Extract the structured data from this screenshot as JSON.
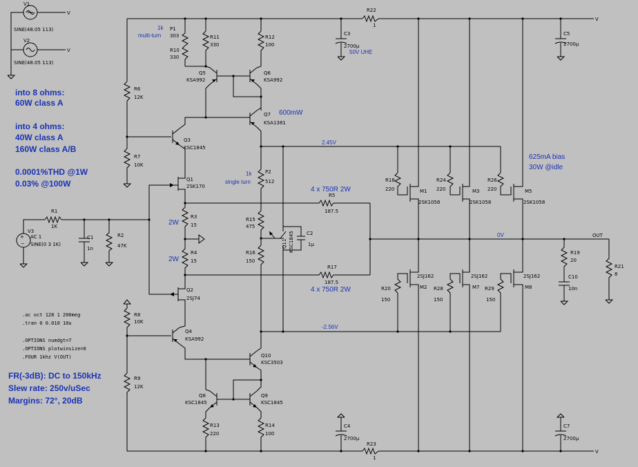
{
  "sources": {
    "v1": {
      "name": "V1",
      "value": "SINE(48.05 113)",
      "rail": "V"
    },
    "v2": {
      "name": "V2",
      "value": "SINE(48.05 113)",
      "rail": "V"
    },
    "v3": {
      "name": "V3",
      "ac": "AC 1",
      "value": "SINE(0 3 1K)"
    }
  },
  "notes_left": {
    "l1": "into 8 ohms:",
    "l2": "60W class A",
    "l3": "into 4 ohms:",
    "l4": "40W class A",
    "l5": "160W class A/B",
    "l6": "0.0001%THD @1W",
    "l7": "0.03% @100W"
  },
  "directives": {
    "ac": ".ac oct 128 1 200meg",
    "tran": ".tran 0 0.010 10u",
    "opt1": ".OPTIONS numdgt=7",
    "opt2": ".OPTIONS plotwinsize=0",
    "four": ".FOUR 1khz V(OUT)"
  },
  "notes_bottom": {
    "fr": "FR(-3dB): DC to 150kHz",
    "slew": "Slew rate: 250v/uSec",
    "margins": "Margins: 72°, 20dB"
  },
  "annotations": {
    "p1_note": "1k",
    "p1_note2": "multi-turn",
    "p2_note": "1k",
    "p2_note2": "single turn",
    "q7_power": "600mW",
    "bias1": "625mA bias",
    "bias2": "30W @idle",
    "r5_note": "4 x 750R 2W",
    "r17_note": "4 x 750R 2W",
    "r3_power": "2W",
    "r4_power": "2W",
    "c3_note": "50V UHE",
    "v_pos": "2.45V",
    "v_neg": "-2.56V",
    "v_zero": "0V",
    "out": "OUT"
  },
  "rails": {
    "top": "V",
    "bottom": "V"
  },
  "resistors": {
    "r22": {
      "name": "R22",
      "value": "1"
    },
    "r23": {
      "name": "R23",
      "value": "1"
    },
    "p1": {
      "name": "P1",
      "value": "303"
    },
    "r10": {
      "name": "R10",
      "value": "330"
    },
    "r11": {
      "name": "R11",
      "value": "330"
    },
    "r12": {
      "name": "R12",
      "value": "100"
    },
    "r6": {
      "name": "R6",
      "value": "12K"
    },
    "r7": {
      "name": "R7",
      "value": "10K"
    },
    "p2": {
      "name": "P2",
      "value": "512"
    },
    "r3": {
      "name": "R3",
      "value": "15"
    },
    "r4": {
      "name": "R4",
      "value": "15"
    },
    "r15": {
      "name": "R15",
      "value": "475"
    },
    "r16": {
      "name": "R16",
      "value": "150"
    },
    "r5": {
      "name": "R5",
      "value": "187.5"
    },
    "r17": {
      "name": "R17",
      "value": "187.5"
    },
    "r1": {
      "name": "R1",
      "value": "1K"
    },
    "r2": {
      "name": "R2",
      "value": "47K"
    },
    "r8": {
      "name": "R8",
      "value": "10K"
    },
    "r9": {
      "name": "R9",
      "value": "12K"
    },
    "r13": {
      "name": "R13",
      "value": "220"
    },
    "r14": {
      "name": "R14",
      "value": "100"
    },
    "r18": {
      "name": "R18",
      "value": "220"
    },
    "r24": {
      "name": "R24",
      "value": "220"
    },
    "r26": {
      "name": "R26",
      "value": "220"
    },
    "r20": {
      "name": "R20",
      "value": "150"
    },
    "r28": {
      "name": "R28",
      "value": "150"
    },
    "r29": {
      "name": "R29",
      "value": "150"
    },
    "r19": {
      "name": "R19",
      "value": "20"
    },
    "r21": {
      "name": "R21",
      "value": "8"
    }
  },
  "capacitors": {
    "c3": {
      "name": "C3",
      "value": "2700µ"
    },
    "c5": {
      "name": "C5",
      "value": "2700µ"
    },
    "c4": {
      "name": "C4",
      "value": "2700µ"
    },
    "c7": {
      "name": "C7",
      "value": "2700µ"
    },
    "c1": {
      "name": "C1",
      "value": "1n"
    },
    "c2": {
      "name": "C2",
      "value": "1µ"
    },
    "c10": {
      "name": "C10",
      "value": "10n"
    }
  },
  "transistors": {
    "q5": {
      "name": "Q5",
      "part": "KSA992"
    },
    "q6": {
      "name": "Q6",
      "part": "KSA992"
    },
    "q7": {
      "name": "Q7",
      "part": "KSA1381"
    },
    "q3": {
      "name": "Q3",
      "part": "KSC1845"
    },
    "q1": {
      "name": "Q1",
      "part": "2SK170"
    },
    "q2": {
      "name": "Q2",
      "part": "2SJ74"
    },
    "q4": {
      "name": "Q4",
      "part": "KSA992"
    },
    "q10": {
      "name": "Q10",
      "part": "KSC3503"
    },
    "q8": {
      "name": "Q8",
      "part": "KSC1845"
    },
    "q9": {
      "name": "Q9",
      "part": "KSC1845"
    },
    "q11": {
      "name": "Q11",
      "part": "KSC1845"
    },
    "m1": {
      "name": "M1",
      "part": "2SK1058"
    },
    "m3": {
      "name": "M3",
      "part": "2SK1058"
    },
    "m5": {
      "name": "M5",
      "part": "2SK1058"
    },
    "m2": {
      "name": "M2",
      "part": "2SJ162"
    },
    "m7": {
      "name": "M7",
      "part": "2SJ162"
    },
    "m8": {
      "name": "M8",
      "part": "2SJ162"
    }
  }
}
